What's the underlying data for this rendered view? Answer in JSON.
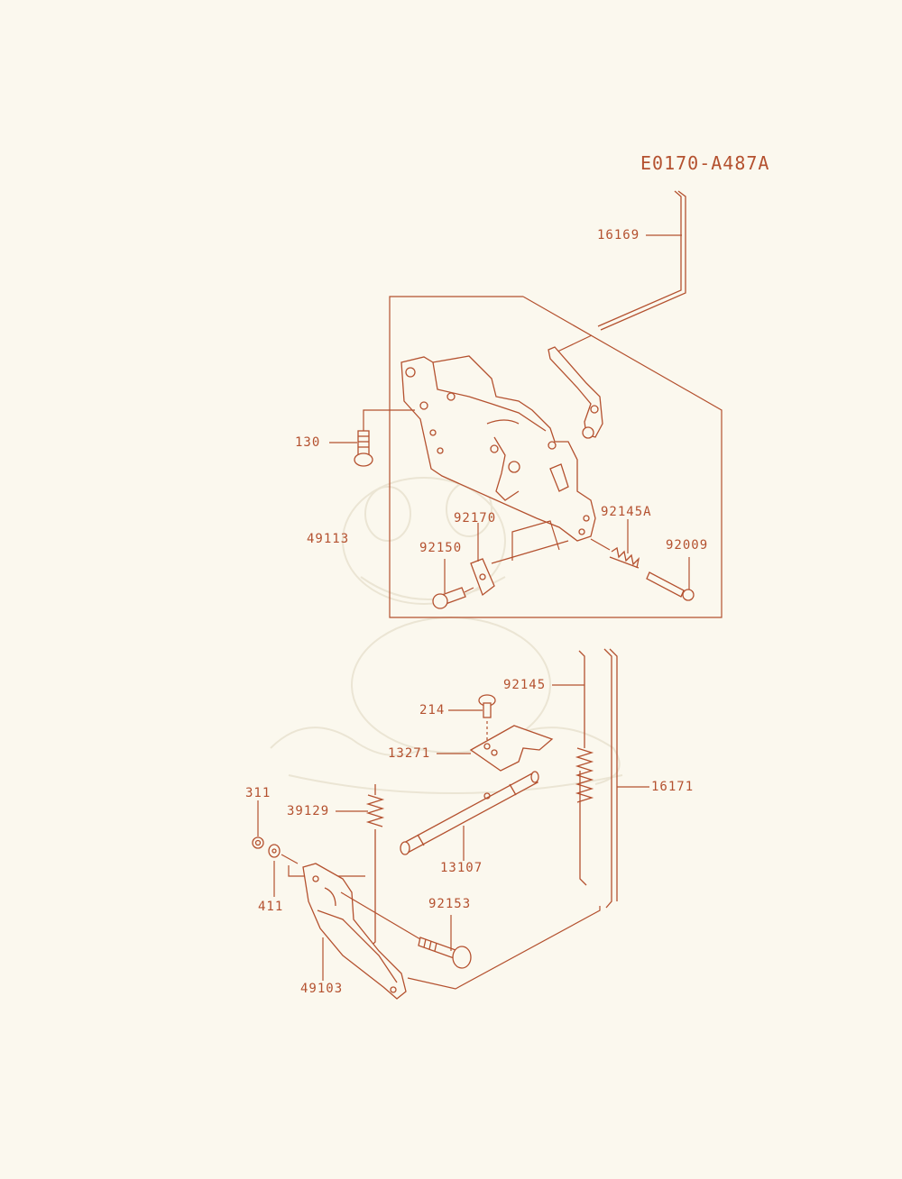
{
  "diagram_code": "E0170-A487A",
  "colors": {
    "line": "#b4512f",
    "background": "#fbf8ee"
  },
  "parts": [
    {
      "id": "p16169",
      "number": "16169"
    },
    {
      "id": "p130",
      "number": "130"
    },
    {
      "id": "p49113",
      "number": "49113"
    },
    {
      "id": "p92170",
      "number": "92170"
    },
    {
      "id": "p92145A",
      "number": "92145A"
    },
    {
      "id": "p92150",
      "number": "92150"
    },
    {
      "id": "p92009",
      "number": "92009"
    },
    {
      "id": "p92145",
      "number": "92145"
    },
    {
      "id": "p214",
      "number": "214"
    },
    {
      "id": "p13271",
      "number": "13271"
    },
    {
      "id": "p16171",
      "number": "16171"
    },
    {
      "id": "p311",
      "number": "311"
    },
    {
      "id": "p39129",
      "number": "39129"
    },
    {
      "id": "p13107",
      "number": "13107"
    },
    {
      "id": "p411",
      "number": "411"
    },
    {
      "id": "p92153",
      "number": "92153"
    },
    {
      "id": "p49103",
      "number": "49103"
    }
  ]
}
